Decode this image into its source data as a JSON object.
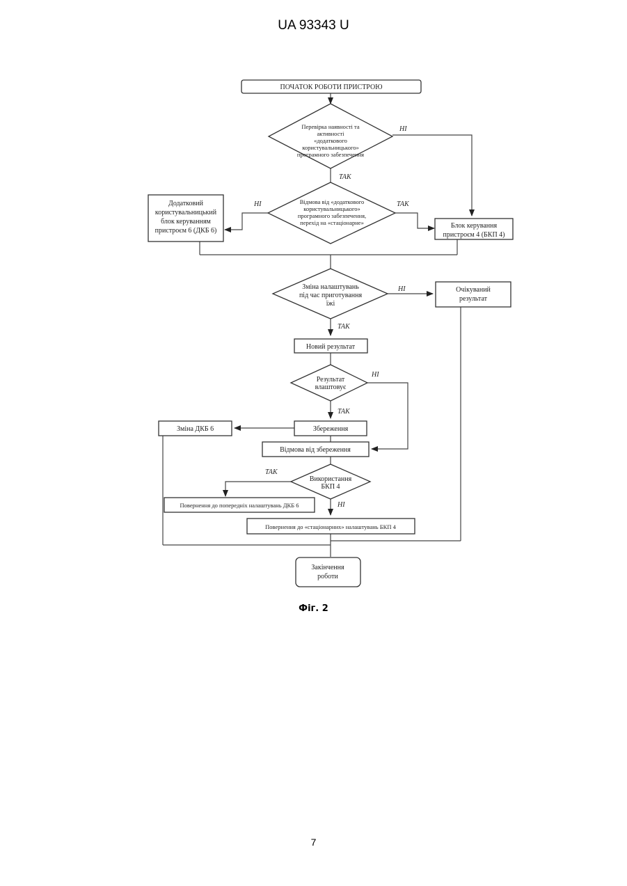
{
  "header": {
    "doc_id": "UA   93343   U"
  },
  "flowchart": {
    "start": "ПОЧАТОК РОБОТИ ПРИСТРОЮ",
    "check": [
      "Перевірка наявності та",
      "активності",
      "«додаткового",
      "користувальницького»",
      "програмного забезпечення"
    ],
    "refusal": [
      "Відмова від «додаткового",
      "користувальницького»",
      "програмного забезпечення,",
      "перехід на «стаціонарне»"
    ],
    "extra_block": [
      "Додатковий",
      "користувальницький",
      "блок керуванням",
      "пристроєм 6 (ДКБ 6)"
    ],
    "control_block": [
      "Блок керування",
      "пристроєм 4 (БКП 4)"
    ],
    "settings_change": [
      "Зміна налаштувань",
      "під час приготування",
      "їжі"
    ],
    "expected": [
      "Очікуваний",
      "результат"
    ],
    "new_result": "Новий результат",
    "satisfies": [
      "Результат",
      "влаштовує"
    ],
    "save": "Збереження",
    "change_dkb": "Зміна ДКБ 6",
    "refuse_save": "Відмова від збереження",
    "use_bkp": [
      "Використання",
      "БКП 4"
    ],
    "return_prev": "Повернення до попередніх налаштувань ДКБ 6",
    "return_stationary": "Повернення до «стаціонарних» налаштувань БКП 4",
    "end": [
      "Закінчення",
      "роботи"
    ],
    "labels": {
      "yes": "ТАК",
      "no": "НІ"
    }
  },
  "caption": "Фіг. 2",
  "page_number": "7"
}
